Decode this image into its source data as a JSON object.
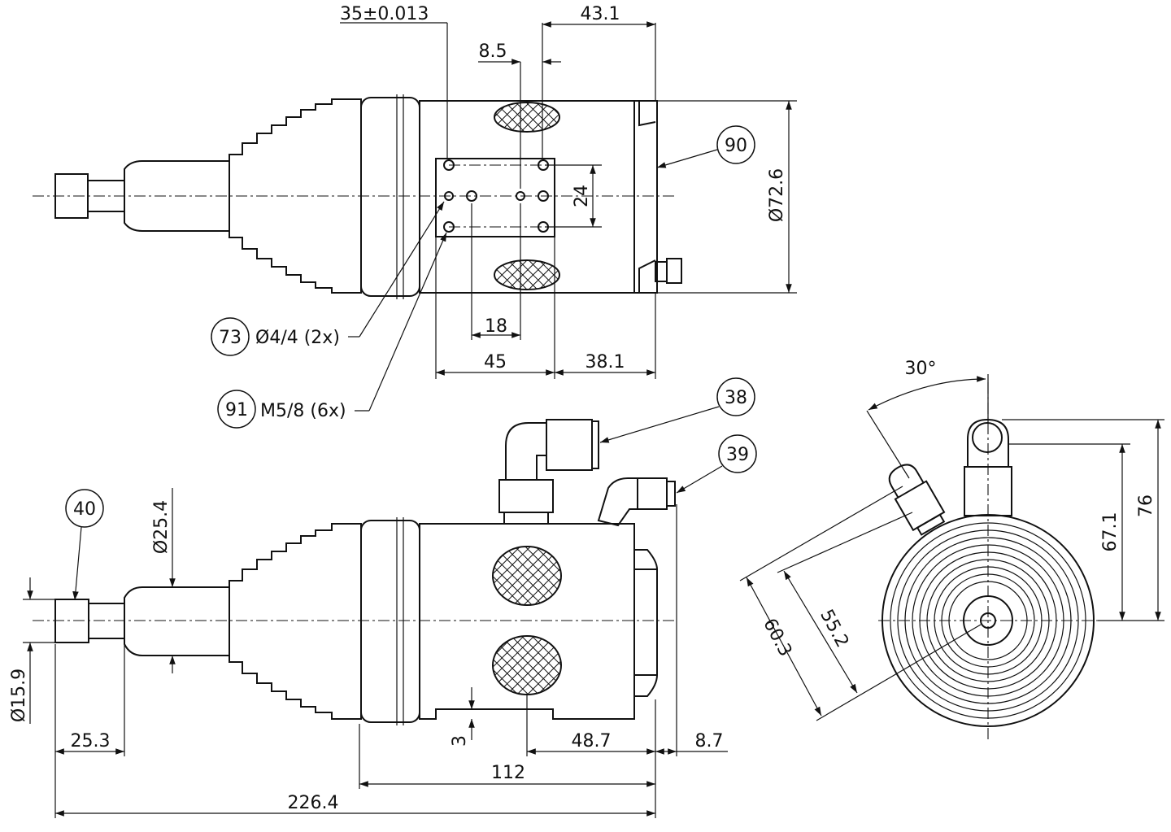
{
  "dimensions": {
    "top_35": "35±0.013",
    "top_43": "43.1",
    "top_8_5": "8.5",
    "top_24": "24",
    "top_d72_6": "Ø72.6",
    "top_18": "18",
    "top_45": "45",
    "top_38_1": "38.1",
    "side_d25_4": "Ø25.4",
    "side_d15_9": "Ø15.9",
    "side_25_3": "25.3",
    "side_3": "3",
    "side_48_7": "48.7",
    "side_8_7": "8.7",
    "side_112": "112",
    "side_226_4": "226.4",
    "end_30deg": "30°",
    "end_67_1": "67.1",
    "end_76": "76",
    "end_60_3": "60.3",
    "end_55_2": "55.2"
  },
  "balloons": {
    "b90": "90",
    "b73": "73",
    "b91": "91",
    "b38": "38",
    "b39": "39",
    "b40": "40"
  },
  "notes": {
    "n73": "Ø4/4 (2x)",
    "n91": "M5/8 (6x)"
  }
}
